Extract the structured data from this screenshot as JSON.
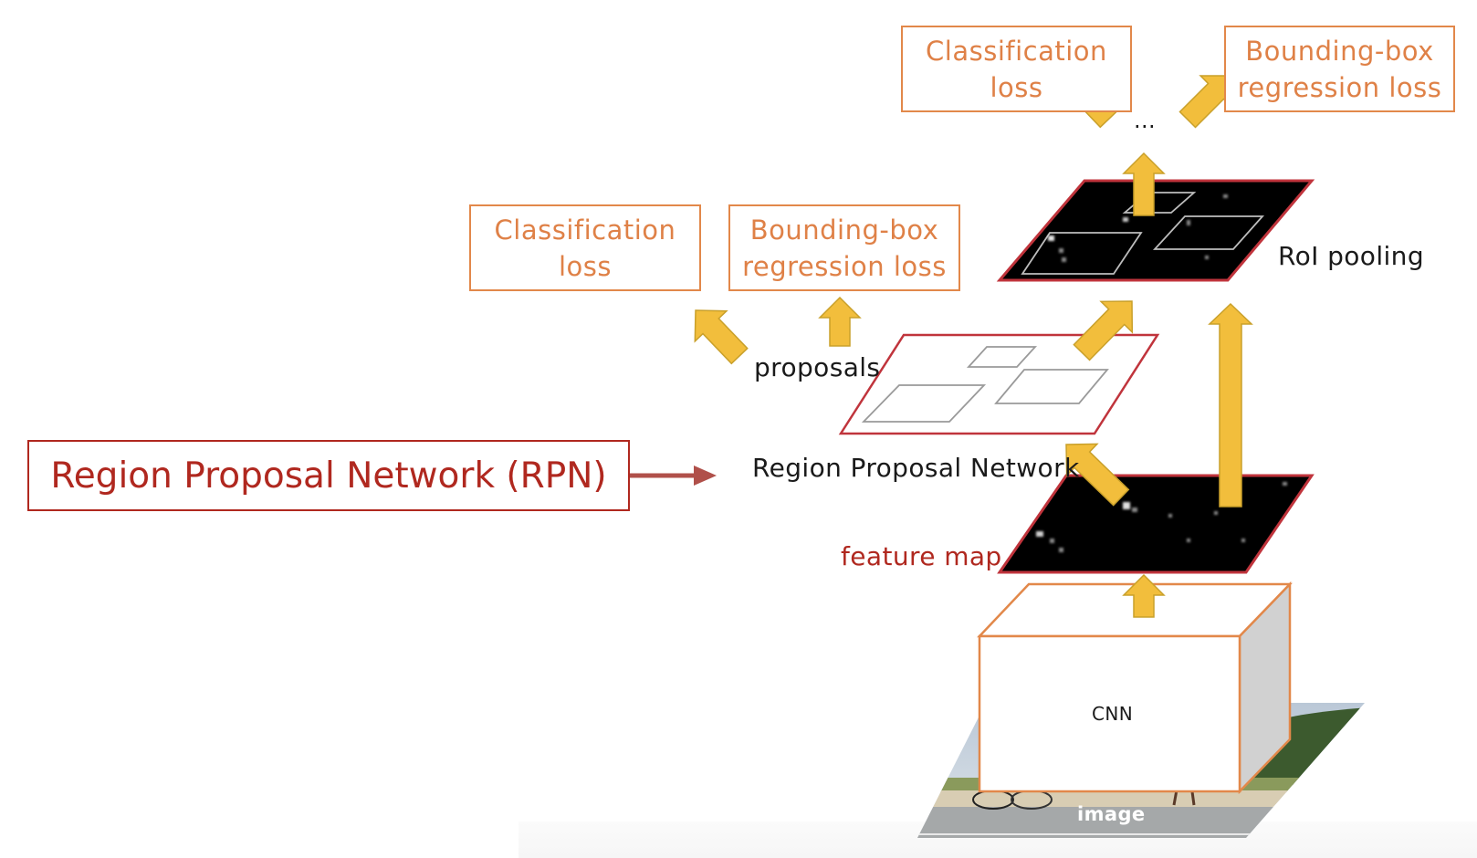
{
  "diagram": {
    "title": "Faster R-CNN architecture",
    "callout": {
      "label": "Region Proposal Network (RPN)"
    },
    "rpn_losses": {
      "classification": [
        "Classification",
        "loss"
      ],
      "bbox_regression": [
        "Bounding-box",
        "regression loss"
      ]
    },
    "head_losses": {
      "classification": [
        "Classification",
        "loss"
      ],
      "bbox_regression": [
        "Bounding-box",
        "regression loss"
      ]
    },
    "labels": {
      "ellipsis": "...",
      "roi_pooling": "RoI pooling",
      "proposals": "proposals",
      "rpn": "Region Proposal Network",
      "feature_map": "feature map",
      "cnn": "CNN",
      "image": "image"
    },
    "colors": {
      "loss_orange": "#df8147",
      "arrow_yellow": "#f2be3c",
      "arrow_outline": "#c9a02a",
      "accent_red": "#b0281f",
      "callout_arrow": "#b0504a",
      "feature_black": "#000000",
      "cnn_side_gray": "#d1d1d1"
    },
    "flow": [
      "image -> CNN",
      "CNN -> feature map",
      "feature map -> Region Proposal Network",
      "Region Proposal Network -> proposals",
      "proposals -> Classification loss",
      "proposals -> Bounding-box regression loss",
      "proposals -> RoI pooling",
      "feature map -> RoI pooling",
      "RoI pooling -> ...",
      "... -> Classification loss",
      "... -> Bounding-box regression loss"
    ]
  }
}
